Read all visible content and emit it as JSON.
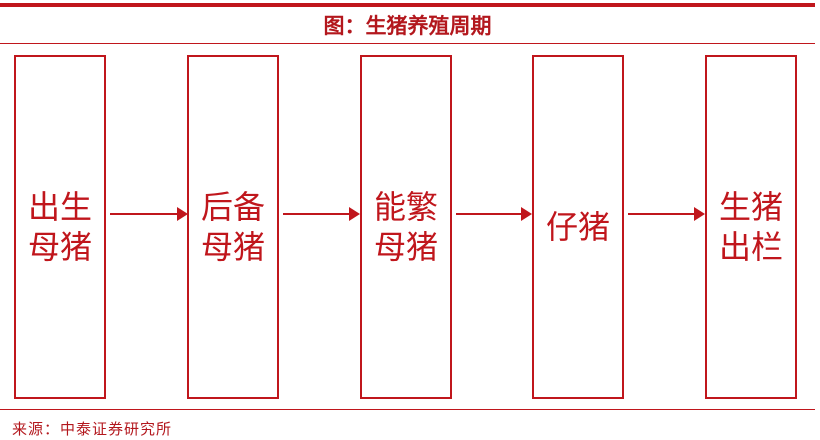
{
  "title": "图：生猪养殖周期",
  "stages": [
    "出生母猪",
    "后备母猪",
    "能繁母猪",
    "仔猪",
    "生猪出栏"
  ],
  "source": "来源：中泰证券研究所",
  "accent_color": "#c0161c"
}
